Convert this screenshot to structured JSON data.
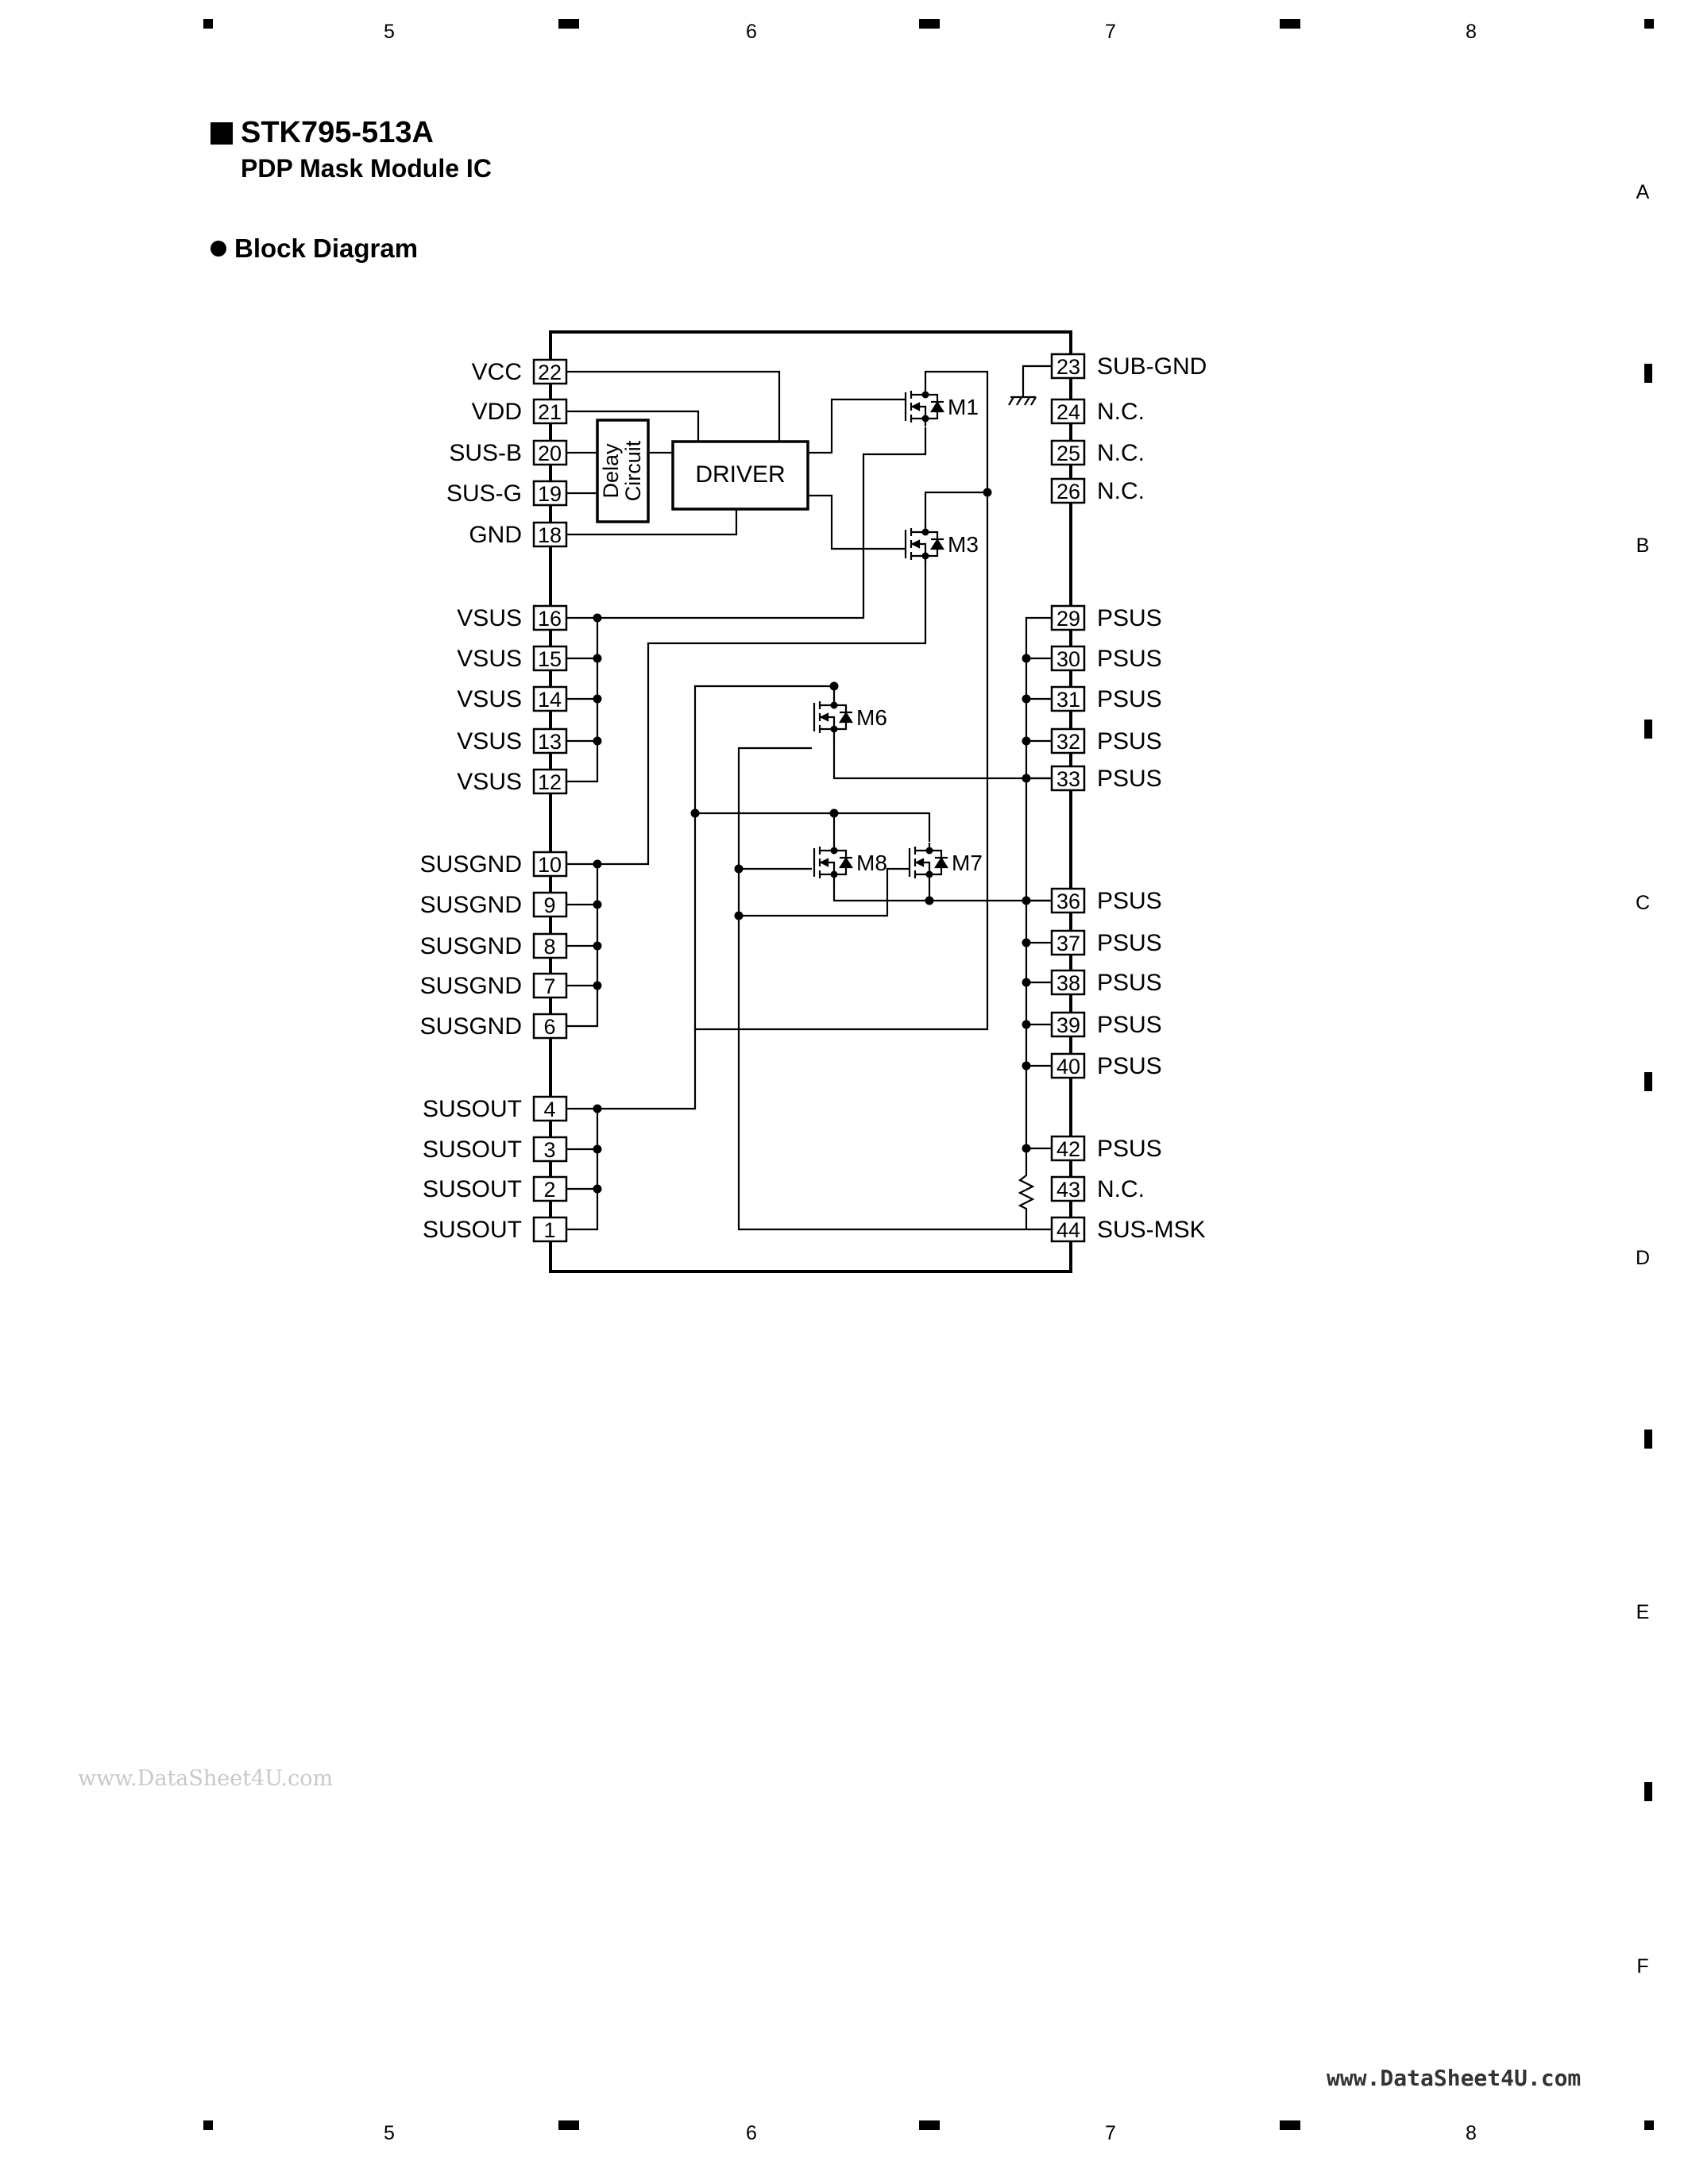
{
  "header": {
    "part_number": "STK795-513A",
    "description": "PDP Mask Module IC",
    "section_title": "Block Diagram"
  },
  "border": {
    "columns": [
      "5",
      "6",
      "7",
      "8"
    ],
    "rows": [
      "A",
      "B",
      "C",
      "D",
      "E",
      "F"
    ]
  },
  "diagram": {
    "blocks": {
      "delay_line1": "Delay",
      "delay_line2": "Circuit",
      "driver": "DRIVER"
    },
    "transistors": [
      "M1",
      "M3",
      "M6",
      "M8",
      "M7"
    ],
    "left_pins": [
      {
        "num": "22",
        "name": "VCC"
      },
      {
        "num": "21",
        "name": "VDD"
      },
      {
        "num": "20",
        "name": "SUS-B"
      },
      {
        "num": "19",
        "name": "SUS-G"
      },
      {
        "num": "18",
        "name": "GND"
      },
      {
        "num": "16",
        "name": "VSUS"
      },
      {
        "num": "15",
        "name": "VSUS"
      },
      {
        "num": "14",
        "name": "VSUS"
      },
      {
        "num": "13",
        "name": "VSUS"
      },
      {
        "num": "12",
        "name": "VSUS"
      },
      {
        "num": "10",
        "name": "SUSGND"
      },
      {
        "num": "9",
        "name": "SUSGND"
      },
      {
        "num": "8",
        "name": "SUSGND"
      },
      {
        "num": "7",
        "name": "SUSGND"
      },
      {
        "num": "6",
        "name": "SUSGND"
      },
      {
        "num": "4",
        "name": "SUSOUT"
      },
      {
        "num": "3",
        "name": "SUSOUT"
      },
      {
        "num": "2",
        "name": "SUSOUT"
      },
      {
        "num": "1",
        "name": "SUSOUT"
      }
    ],
    "right_pins": [
      {
        "num": "23",
        "name": "SUB-GND"
      },
      {
        "num": "24",
        "name": "N.C."
      },
      {
        "num": "25",
        "name": "N.C."
      },
      {
        "num": "26",
        "name": "N.C."
      },
      {
        "num": "29",
        "name": "PSUS"
      },
      {
        "num": "30",
        "name": "PSUS"
      },
      {
        "num": "31",
        "name": "PSUS"
      },
      {
        "num": "32",
        "name": "PSUS"
      },
      {
        "num": "33",
        "name": "PSUS"
      },
      {
        "num": "36",
        "name": "PSUS"
      },
      {
        "num": "37",
        "name": "PSUS"
      },
      {
        "num": "38",
        "name": "PSUS"
      },
      {
        "num": "39",
        "name": "PSUS"
      },
      {
        "num": "40",
        "name": "PSUS"
      },
      {
        "num": "42",
        "name": "PSUS"
      },
      {
        "num": "43",
        "name": "N.C."
      },
      {
        "num": "44",
        "name": "SUS-MSK"
      }
    ]
  },
  "watermarks": {
    "left": "www.DataSheet4U.com",
    "right": "www.DataSheet4U.com"
  }
}
